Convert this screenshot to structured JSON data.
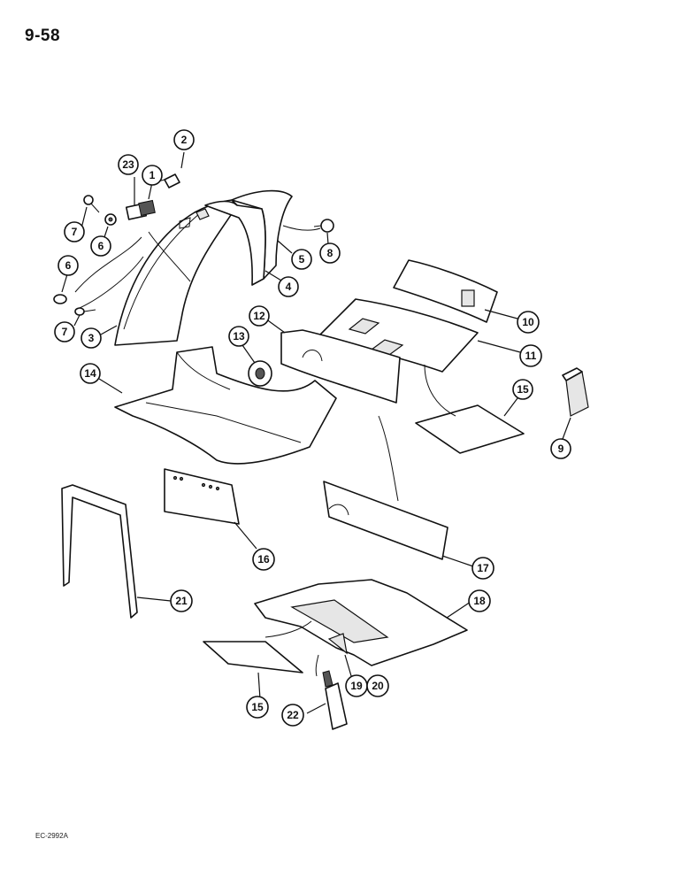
{
  "header": {
    "page_number": "9-58"
  },
  "footer": {
    "drawing_code": "EC-2992A"
  },
  "callouts": {
    "c1": "1",
    "c2": "2",
    "c3": "3",
    "c4": "4",
    "c5": "5",
    "c6a": "6",
    "c6b": "6",
    "c7a": "7",
    "c7b": "7",
    "c8": "8",
    "c9": "9",
    "c10": "10",
    "c11": "11",
    "c12": "12",
    "c13": "13",
    "c14": "14",
    "c15a": "15",
    "c15b": "15",
    "c16": "16",
    "c17": "17",
    "c18": "18",
    "c19": "19",
    "c20": "20",
    "c21": "21",
    "c22": "22",
    "c23": "23"
  }
}
